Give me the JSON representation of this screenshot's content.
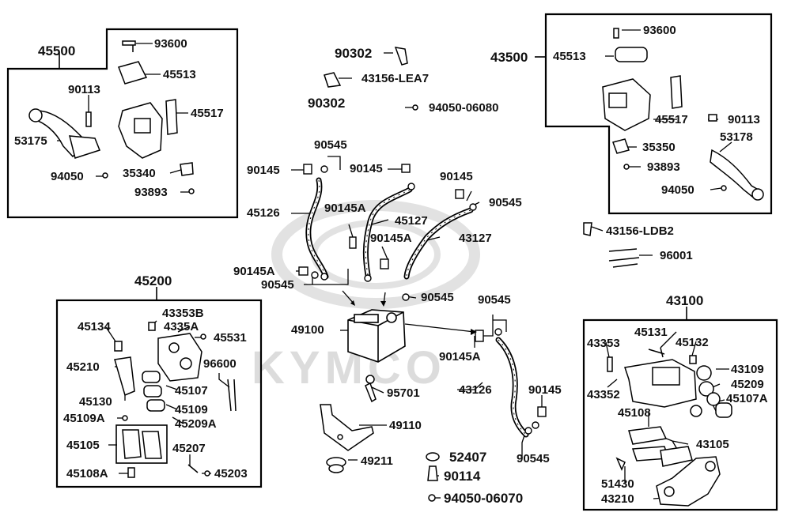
{
  "watermark": "KYMCO",
  "groups": {
    "front_master": "45500",
    "rear_master": "43500",
    "front_caliper": "45200",
    "rear_caliper": "43100"
  },
  "labels": {
    "p93600_l": "93600",
    "p45513_l": "45513",
    "p90113_l": "90113",
    "p45517_l": "45517",
    "p53175": "53175",
    "p94050_l": "94050",
    "p35340": "35340",
    "p93893_l": "93893",
    "p90302_a": "90302",
    "p43156_lea7": "43156-LEA7",
    "p90302_b": "90302",
    "p94050_06080": "94050-06080",
    "p93600_r": "93600",
    "p45513_r": "45513",
    "p45517_r": "45517",
    "p90113_r": "90113",
    "p35350": "35350",
    "p53178": "53178",
    "p93893_r": "93893",
    "p94050_r": "94050",
    "p43156_ldb2": "43156-LDB2",
    "p96001": "96001",
    "p90545_a": "90545",
    "p90145_a": "90145",
    "p90145_b": "90145",
    "p90145_c": "90145",
    "p90545_b": "90545",
    "p45126": "45126",
    "p90145A_a": "90145A",
    "p45127": "45127",
    "p90145A_b": "90145A",
    "p43127": "43127",
    "p90145A_c": "90145A",
    "p90545_c": "90545",
    "p90545_d": "90545",
    "p49100": "49100",
    "p90545_e": "90545",
    "p90145A_d": "90145A",
    "p43126": "43126",
    "p95701": "95701",
    "p90145_d": "90145",
    "p49110": "49110",
    "p90545_f": "90545",
    "p49211": "49211",
    "p52407": "52407",
    "p90114": "90114",
    "p94050_06070": "94050-06070",
    "p43353B": "43353B",
    "p45134": "45134",
    "p4335A": "4335A",
    "p45531": "45531",
    "p45210": "45210",
    "p96600": "96600",
    "p45107": "45107",
    "p45130": "45130",
    "p45109": "45109",
    "p45109A": "45109A",
    "p45209A": "45209A",
    "p45105": "45105",
    "p45207": "45207",
    "p45108A": "45108A",
    "p45203": "45203",
    "p43353": "43353",
    "p45131": "45131",
    "p45132": "45132",
    "p43109": "43109",
    "p45209": "45209",
    "p43352": "43352",
    "p45107A": "45107A",
    "p45108": "45108",
    "p43105": "43105",
    "p51430": "51430",
    "p43210": "43210"
  }
}
